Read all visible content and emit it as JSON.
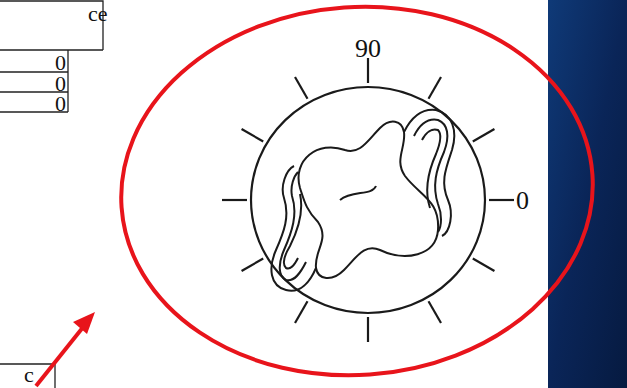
{
  "diagram": {
    "labels": [
      "ce",
      "0",
      "0",
      "0",
      "90",
      "0",
      "c"
    ]
  }
}
